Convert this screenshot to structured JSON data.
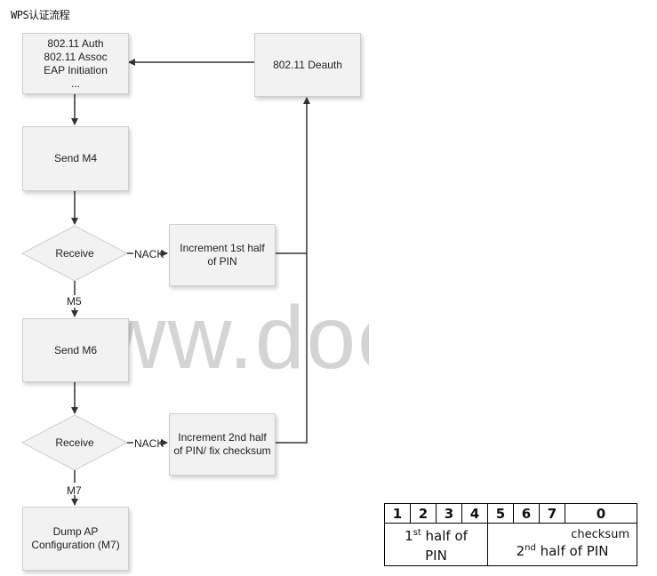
{
  "header": {
    "title": "WPS认证流程"
  },
  "watermark": "www.doc",
  "flow": {
    "auth_box": [
      "802.11 Auth",
      "802.11 Assoc",
      "EAP Initiation",
      "..."
    ],
    "deauth_box": "802.11 Deauth",
    "send_m4": "Send M4",
    "receive_1": "Receive",
    "nack_1": "NACK",
    "increment_1": [
      "Increment 1st half",
      "of PIN"
    ],
    "m5_label": "M5",
    "send_m6": "Send M6",
    "receive_2": "Receive",
    "nack_2": "NACK",
    "increment_2": [
      "Increment 2nd half",
      "of PIN/ fix checksum"
    ],
    "m7_label": "M7",
    "dump_box": [
      "Dump AP",
      "Configuration (M7)"
    ]
  },
  "pin_table": {
    "digits": [
      "1",
      "2",
      "3",
      "4",
      "5",
      "6",
      "7",
      "0"
    ],
    "first_half_num": "1",
    "first_half_sup": "st",
    "first_half_text": " half of",
    "first_half_text2": "PIN",
    "checksum_label": "checksum",
    "second_half_num": "2",
    "second_half_sup": "nd",
    "second_half_text": " half of PIN"
  }
}
